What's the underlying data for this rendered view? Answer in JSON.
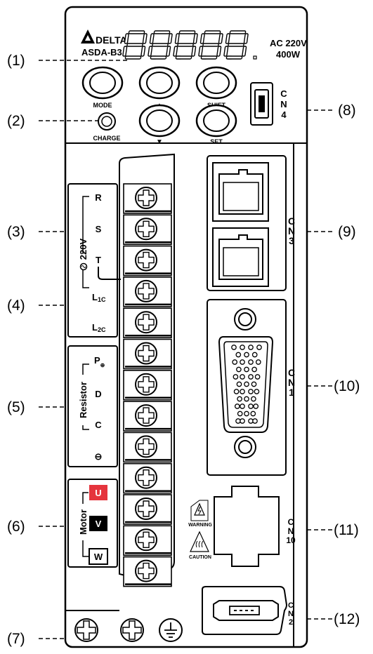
{
  "brand": "DELTA",
  "model": "ASDA-B3",
  "rating_voltage": "AC 220V",
  "rating_power": "400W",
  "display_digits": [
    "8.",
    "8.",
    "8.",
    "8.",
    "8."
  ],
  "keypad": {
    "mode": "MODE",
    "up": "▲",
    "shift": "SHIFT",
    "down": "▼",
    "set": "SET",
    "charge": "CHARGE"
  },
  "ports": {
    "cn4": [
      "C",
      "N",
      "4"
    ],
    "cn3": [
      "C",
      "N",
      "3"
    ],
    "cn1": [
      "C",
      "N",
      "1"
    ],
    "cn10": [
      "C",
      "N",
      "10"
    ],
    "cn2": [
      "C",
      "N",
      "2"
    ]
  },
  "terminals": {
    "power": [
      "R",
      "S",
      "T"
    ],
    "power_group": "220V",
    "control": [
      "L1C",
      "L2C"
    ],
    "control_main": "L",
    "control_subs": [
      "1C",
      "2C"
    ],
    "regen_group": "Resistor",
    "regen": [
      "P⊕",
      "D",
      "C",
      "⊖"
    ],
    "regen_p": "P",
    "regen_p_sub": "⊕",
    "motor_group": "Motor",
    "motor": [
      "U",
      "V",
      "W"
    ]
  },
  "warning_labels": [
    "WARNING",
    "CAUTION"
  ],
  "callouts": [
    "(1)",
    "(2)",
    "(3)",
    "(4)",
    "(5)",
    "(6)",
    "(7)",
    "(8)",
    "(9)",
    "(10)",
    "(11)",
    "(12)"
  ],
  "colors": {
    "motor_u": "#e5343d",
    "motor_v": "#000000",
    "motor_w": "#ffffff",
    "outline": "#000000"
  }
}
